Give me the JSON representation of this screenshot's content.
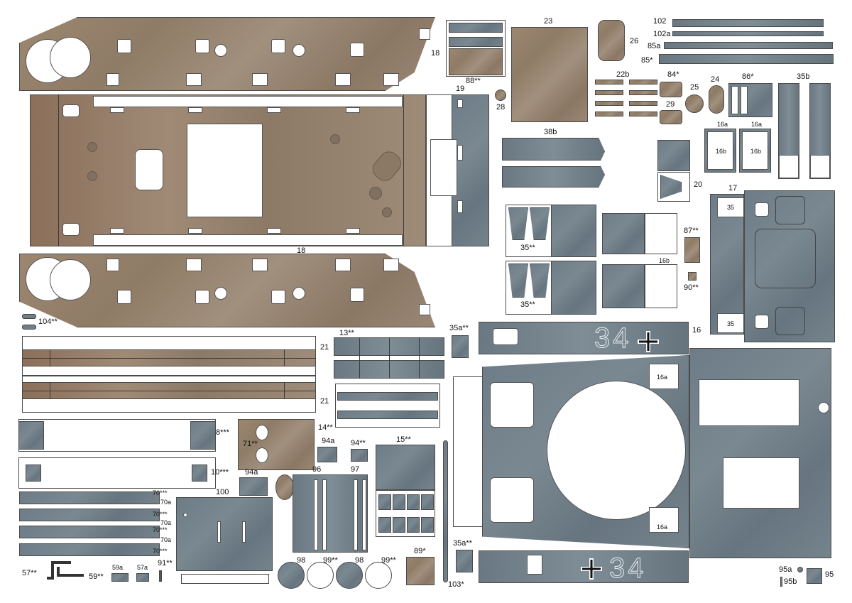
{
  "parts": {
    "p18": "18",
    "p19": "19",
    "p28": "28",
    "p23": "23",
    "p26": "26",
    "p88": "88**",
    "p102": "102",
    "p102a": "102a",
    "p85a": "85a",
    "p85": "85*",
    "p22b": "22b",
    "p84": "84*",
    "p24": "24",
    "p25": "25",
    "p29": "29",
    "p86": "86*",
    "p35b": "35b",
    "p16a": "16a",
    "p16b": "16b",
    "p38b": "38b",
    "p20": "20",
    "p17": "17",
    "p35": "35",
    "p35x": "35**",
    "p87": "87**",
    "p90": "90**",
    "p104": "104**",
    "p21": "21",
    "p13": "13**",
    "p35a": "35a**",
    "p16": "16",
    "p14": "14**",
    "p8": "8***",
    "p71": "71**",
    "p94a": "94a",
    "p94": "94**",
    "p15": "15**",
    "p10": "10***",
    "p96": "96",
    "p97": "97",
    "p100": "100",
    "p70": "70***",
    "p70a": "70a",
    "p98": "98",
    "p99": "99**",
    "p89": "89*",
    "p103": "103*",
    "p57": "57**",
    "p59": "59**",
    "p59a": "59a",
    "p57a": "57a",
    "p91": "91**",
    "p95a": "95a",
    "p95": "95",
    "p95b": "95b"
  },
  "markings": {
    "number": "34"
  },
  "colors": {
    "camo_tan": "#9a8672",
    "panzer_grey": "#6f7e88",
    "outline": "#4a4a4a"
  }
}
